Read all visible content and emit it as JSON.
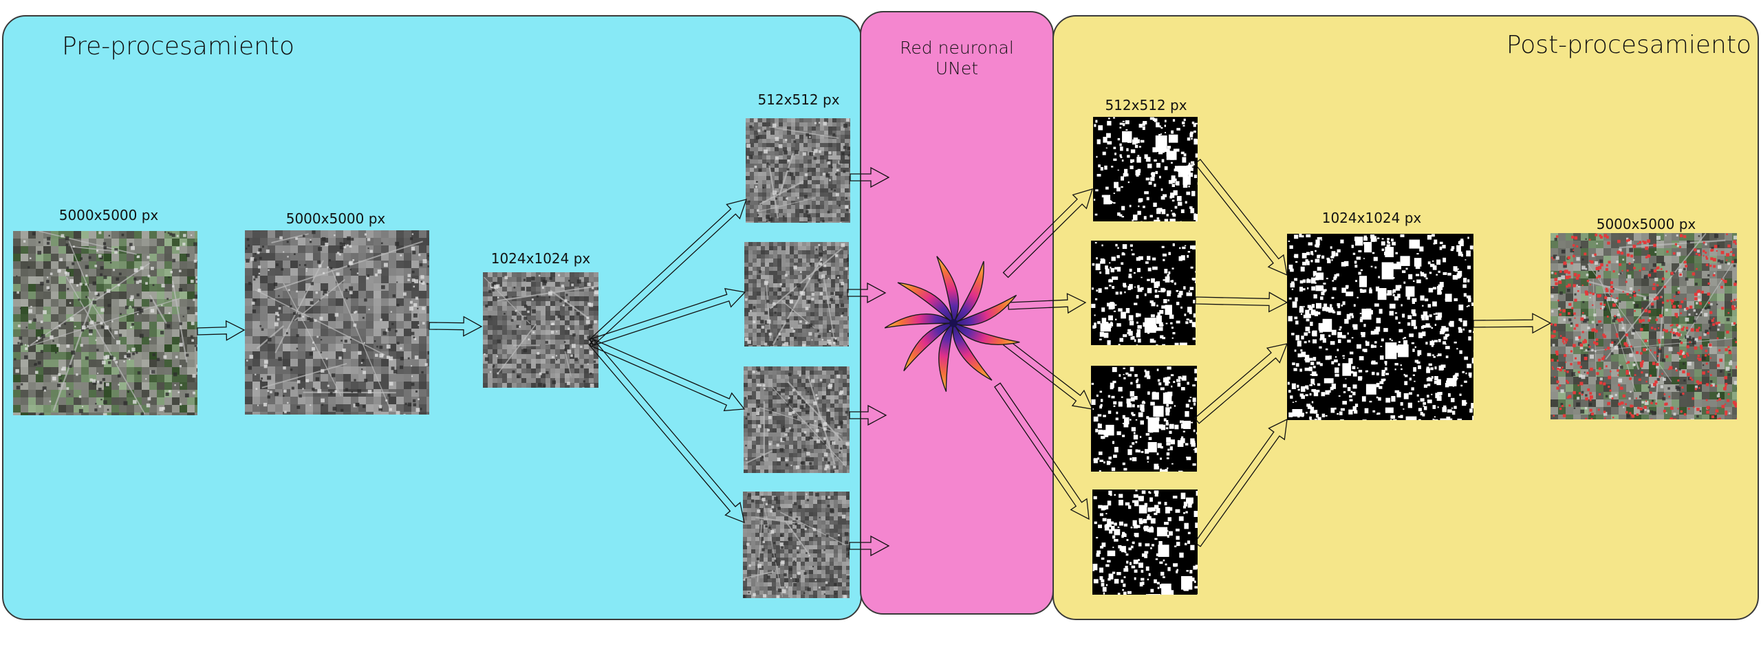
{
  "sections": {
    "pre": {
      "title": "Pre-procesamiento"
    },
    "unet": {
      "line1": "Red neuronal",
      "line2": "UNet"
    },
    "post": {
      "title": "Post-procesamiento"
    }
  },
  "labels": {
    "orig": "5000x5000 px",
    "gray": "5000x5000 px",
    "resized": "1024x1024 px",
    "tiles": "512x512 px",
    "masks": "512x512 px",
    "merged": "1024x1024 px",
    "final": "5000x5000 px"
  },
  "colors": {
    "pre_panel": "#87e9f6",
    "unet_panel": "#f486cf",
    "post_panel": "#f5e68a",
    "building_overlay": "#e23b3b"
  },
  "icons": {
    "network": "swirl-network-icon"
  }
}
